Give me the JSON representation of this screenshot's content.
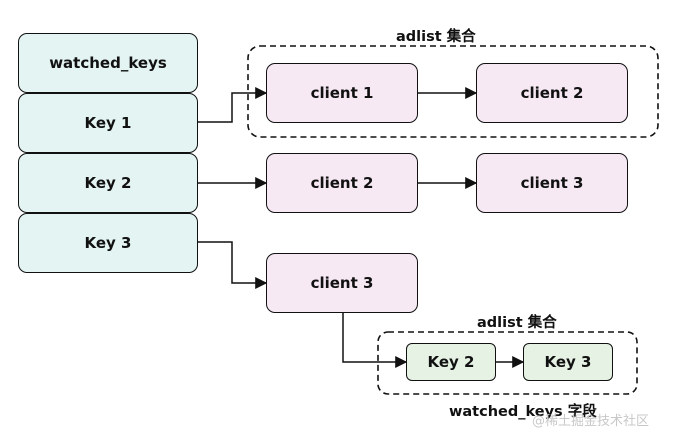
{
  "keys": {
    "header": "watched_keys",
    "key1": "Key 1",
    "key2": "Key 2",
    "key3": "Key 3"
  },
  "row1": {
    "client_a": "client 1",
    "client_b": "client 2"
  },
  "row2": {
    "client_a": "client 2",
    "client_b": "client 3"
  },
  "row3": {
    "client": "client 3"
  },
  "field": {
    "key_a": "Key 2",
    "key_b": "Key 3"
  },
  "labels": {
    "adlist_top": "adlist 集合",
    "adlist_bottom": "adlist 集合",
    "watched_keys_field": "watched_keys 字段"
  },
  "watermark": "@稀土掘金技术社区",
  "colors": {
    "key_fill": "#e3f4f3",
    "client_fill": "#f6e9f4",
    "field_fill": "#e6f3e4",
    "stroke": "#111111"
  }
}
